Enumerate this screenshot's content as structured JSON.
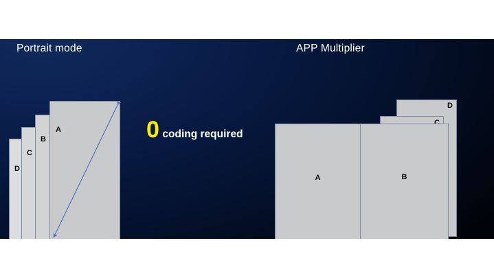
{
  "slide": {
    "background_color": "#ffffff",
    "stage_color_topleft": "#102a5c",
    "stage_color_bottomright": "#000309"
  },
  "left_section": {
    "title": "Portrait mode",
    "cards": [
      {
        "id": "a",
        "label": "A"
      },
      {
        "id": "b",
        "label": "B"
      },
      {
        "id": "c",
        "label": "C"
      },
      {
        "id": "d",
        "label": "D"
      }
    ],
    "arrow": {
      "name": "diagonal-resize-arrow",
      "color": "#4a6fc4",
      "double_headed": true
    }
  },
  "callout": {
    "number": "0",
    "number_color": "#ffee00",
    "text": "coding required",
    "text_color": "#ffffff"
  },
  "right_section": {
    "title": "APP Multiplier",
    "cards": [
      {
        "id": "a",
        "label": "A"
      },
      {
        "id": "b",
        "label": "B"
      },
      {
        "id": "c",
        "label": "C"
      },
      {
        "id": "d",
        "label": "D"
      }
    ]
  },
  "card_style": {
    "fill": "#c9cacb",
    "border": "#7d8aa6"
  }
}
